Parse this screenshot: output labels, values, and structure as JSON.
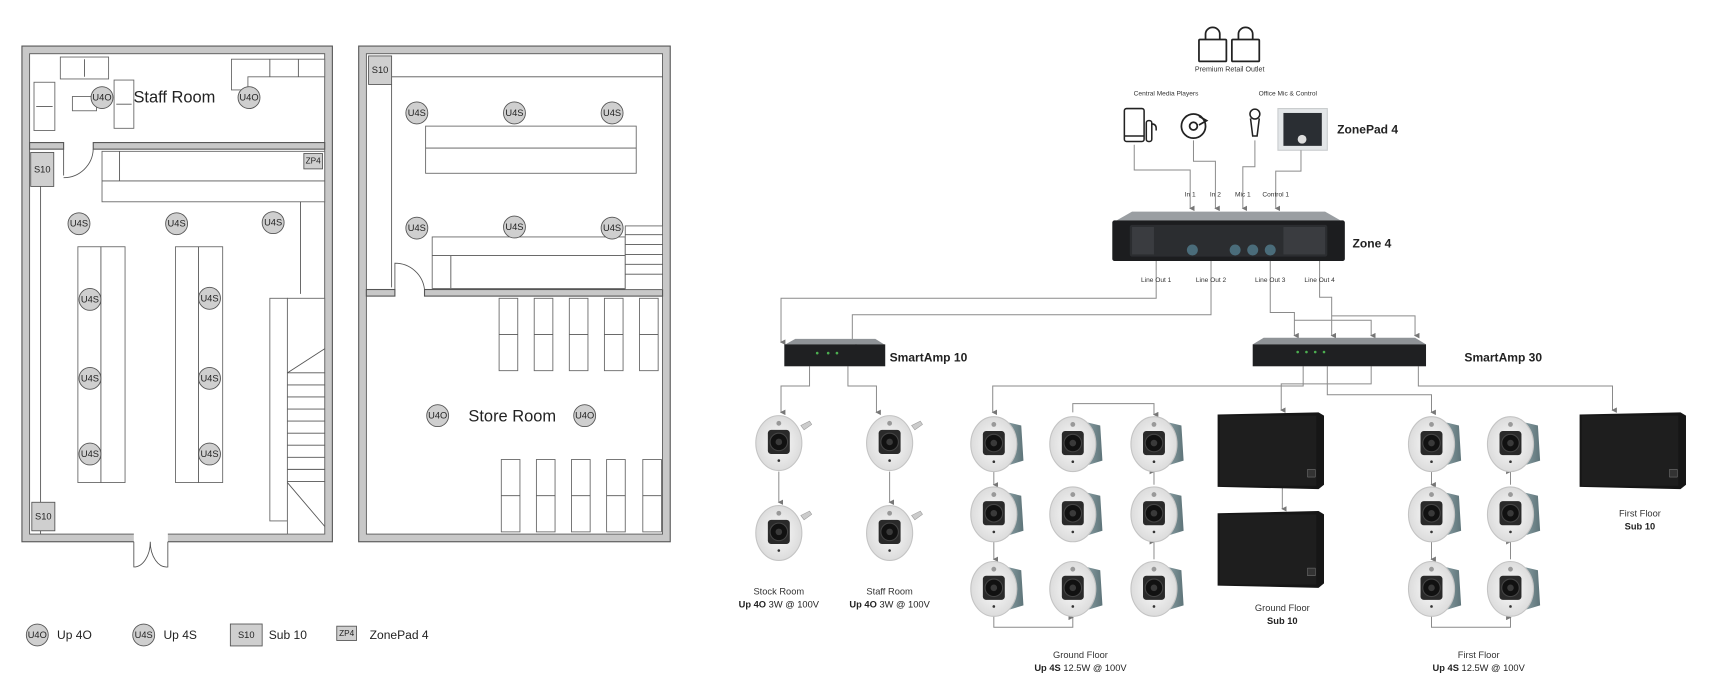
{
  "floor_plan": {
    "rooms": {
      "staff_room": "Staff Room",
      "store_room": "Store Room"
    },
    "markers": {
      "u4o": "U4O",
      "u4s": "U4S",
      "s10": "S10",
      "zp4": "ZP4"
    },
    "legend": [
      {
        "symbol": "U4O",
        "label": "Up 4O"
      },
      {
        "symbol": "U4S",
        "label": "Up 4S"
      },
      {
        "symbol": "S10",
        "label": "Sub 10"
      },
      {
        "symbol": "ZP4",
        "label": "ZonePad 4"
      }
    ]
  },
  "system": {
    "venue": "Premium Retail Outlet",
    "groups": {
      "media": "Central Media Players",
      "office": "Office Mic & Control"
    },
    "zonepad": "ZonePad 4",
    "inputs": [
      "In 1",
      "In 2",
      "Mic 1",
      "Control 1"
    ],
    "zone_amp": "Zone 4",
    "line_outs": [
      "Line Out 1",
      "Line Out 2",
      "Line Out 3",
      "Line Out 4"
    ],
    "smartamp10": "SmartAmp 10",
    "smartamp30": "SmartAmp 30",
    "captions": {
      "stock_room": {
        "title": "Stock Room",
        "model": "Up 4O",
        "spec": "3W @ 100V"
      },
      "staff_room": {
        "title": "Staff Room",
        "model": "Up 4O",
        "spec": "3W @ 100V"
      },
      "ground_up4s": {
        "title": "Ground Floor",
        "model": "Up 4S",
        "spec": "12.5W @ 100V"
      },
      "ground_sub": {
        "title": "Ground Floor",
        "model": "Sub 10"
      },
      "first_up4s": {
        "title": "First Floor",
        "model": "Up 4S",
        "spec": "12.5W @ 100V"
      },
      "first_sub": {
        "title": "First Floor",
        "model": "Sub 10"
      }
    }
  }
}
